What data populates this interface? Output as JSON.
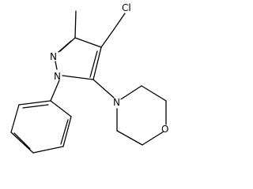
{
  "molecule": {
    "atom_labels": {
      "chlorine": "Cl",
      "pyrazole_n2": "N",
      "pyrazole_n1": "N",
      "morpholine_n": "N",
      "morpholine_o": "O"
    }
  }
}
